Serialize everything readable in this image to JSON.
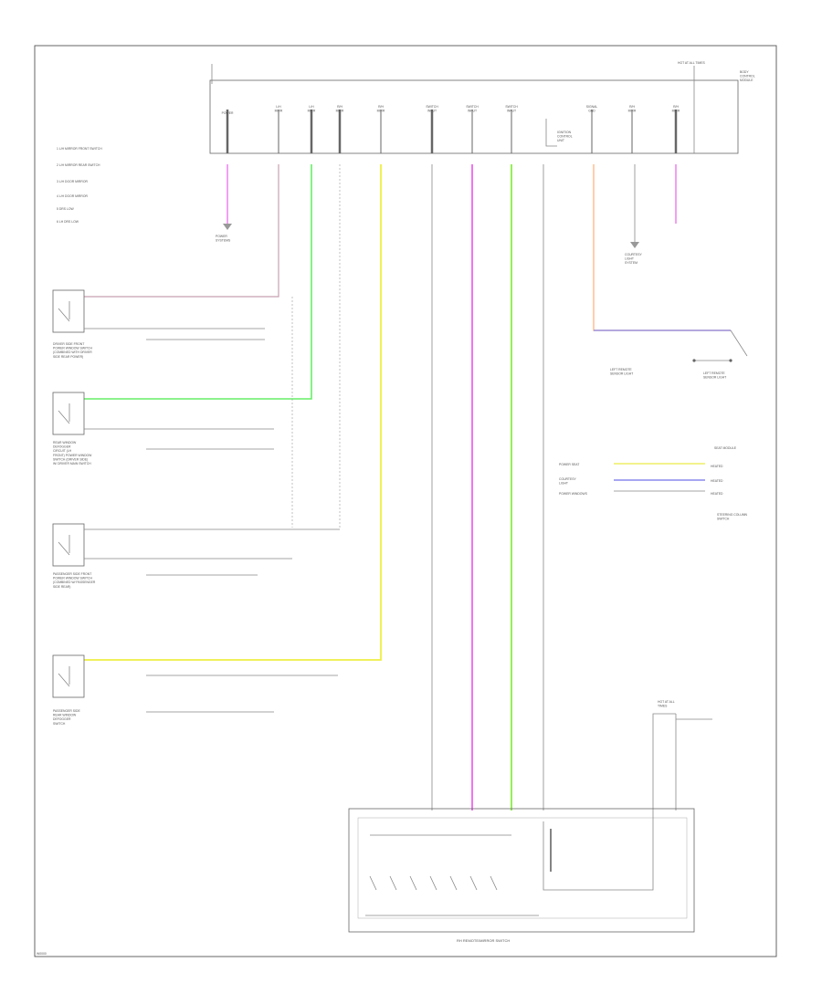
{
  "diagram": {
    "legend": [
      "1  L/H MIRROR FRONT SWITCH",
      "2  L/H MIRROR REAR SWITCH",
      "3  L/H DOOR MIRROR",
      "4  L/H DOOR MIRROR",
      "5  DRS LOW",
      "6  LH DRS LOW"
    ],
    "top_module": {
      "pin_labels": [
        "POWER",
        "L/H\nMIRR",
        "L/H\nMIRR",
        "R/H\nMIRR",
        "R/H\nMIRR",
        "SWITCH\nINPUT",
        "SWITCH\nINPUT",
        "SWITCH\nINPUT",
        "SIGNAL\nGND",
        "R/H\nMIRR",
        "R/H\nMIRR"
      ],
      "corner_label": "HOT AT ALL TIMES",
      "right_label": "BODY\nCONTROL\nMODULE",
      "internal_label": "IGNITION\nCONTROL\nUNIT"
    },
    "ground_label": "POWER\nSYSTEMS",
    "right_ground_label": "COURTESY\nLIGHT\nSYSTEM",
    "right_switch_labels": [
      "LEFT REMOTE\nSENSOR LIGHT",
      "LEFT REMOTE\nSENSOR LIGHT"
    ],
    "right_block_title": "SEAT MODULE",
    "right_block_rows": [
      "POWER SEAT",
      "COURTESY\nLIGHT",
      "POWER WINDOWS"
    ],
    "right_block_outputs": [
      "HEATED",
      "HEATED",
      "HEATED"
    ],
    "right_block_caption": "STEERING COLUMN\nSWITCH",
    "switches": [
      {
        "label": "DRIVER SIDE FRONT\nPOWER WINDOW SWITCH\n(COMBINED WITH DRIVER\nSIDE REAR POWER)"
      },
      {
        "label": "REAR WINDOW\nDEFOGGER\nCIRCUIT (LH\nFRONT) POWER WINDOW\nSWITCH (DRIVER SIDE)\nW/ DRIVER MAIN SWITCH"
      },
      {
        "label": "PASSENGER SIDE FRONT\nPOWER WINDOW SWITCH\n(COMBINED W/ PASSENGER\nSIDE REAR)"
      },
      {
        "label": "PASSENGER SIDE\nREAR WINDOW\nDEFOGGER\nSWITCH"
      }
    ],
    "bottom_hot_label": "HOT AT ALL\nTIMES",
    "bottom_box_label": "RH REMOTE/MIRROR SWITCH",
    "corner_id": "W0000"
  }
}
